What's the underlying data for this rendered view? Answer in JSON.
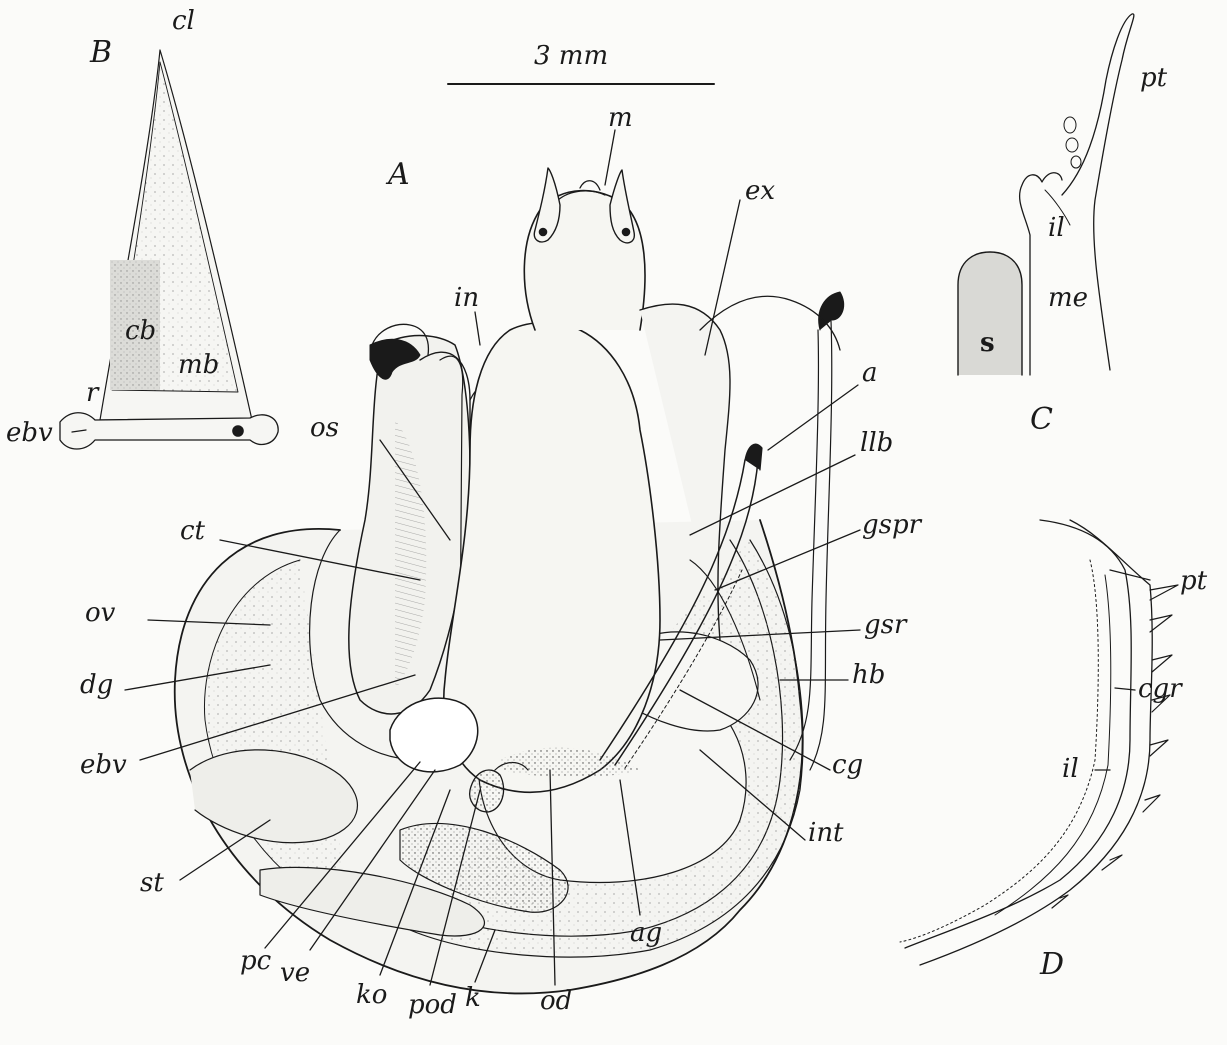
{
  "scale_bar": "3 mm",
  "panels": {
    "A": "A",
    "B": "B",
    "C": "C",
    "D": "D"
  },
  "labels_A": {
    "m": "m",
    "ex": "ex",
    "in": "in",
    "a": "a",
    "os": "os",
    "llb": "llb",
    "ct": "ct",
    "gspr": "gspr",
    "gsr": "gsr",
    "ov": "ov",
    "dg": "dg",
    "hb": "hb",
    "cg": "cg",
    "ebv": "ebv",
    "int": "int",
    "st": "st",
    "ag": "ag",
    "pc": "pc",
    "ve": "ve",
    "ko": "ko",
    "pod": "pod",
    "od": "od",
    "k": "k"
  },
  "labels_B": {
    "cl": "cl",
    "cb": "cb",
    "mb": "mb",
    "r": "r",
    "ebv": "ebv"
  },
  "labels_C": {
    "pt": "pt",
    "il": "il",
    "me": "me",
    "s": "s"
  },
  "labels_D": {
    "pt": "pt",
    "cgr": "cgr",
    "il": "il"
  },
  "colors": {
    "ink": "#1a1a1a",
    "paper": "#fbfbf9",
    "shade": "#d9d9d5"
  }
}
